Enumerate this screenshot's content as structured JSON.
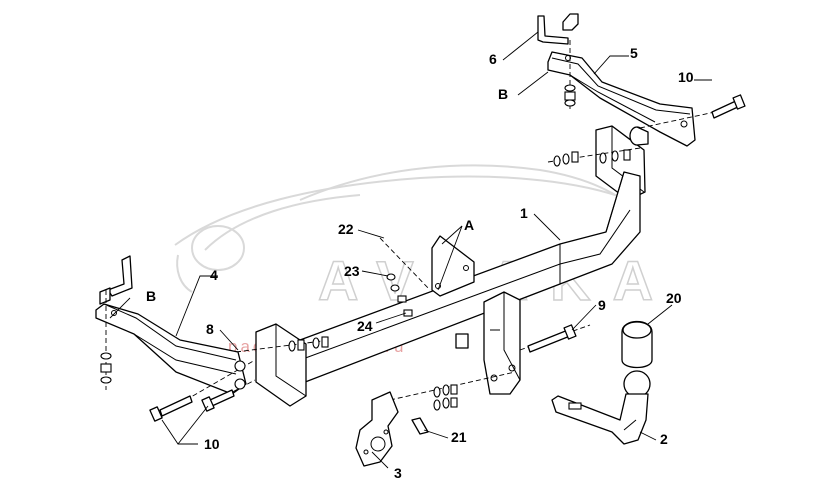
{
  "watermark": {
    "brand": "AVTAKA",
    "subtitle": "packsuedtrans.ru"
  },
  "callouts": {
    "c1": "1",
    "c2": "2",
    "c3": "3",
    "c4": "4",
    "c5": "5",
    "c6": "6",
    "c8": "8",
    "c9": "9",
    "c10_top": "10",
    "c10_bottom": "10",
    "c20": "20",
    "c21": "21",
    "c22": "22",
    "c23": "23",
    "c24": "24",
    "cA": "A",
    "cB_top": "B",
    "cB_left": "B"
  }
}
